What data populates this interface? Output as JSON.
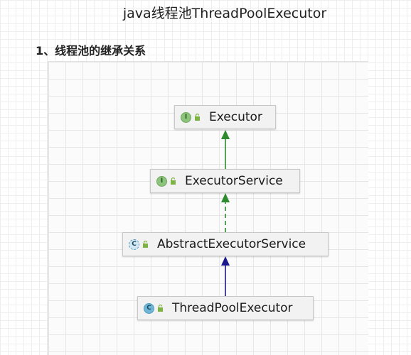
{
  "page_title": "java线程池ThreadPoolExecutor",
  "section_heading": "1、线程池的继承关系",
  "diagram": {
    "nodes": [
      {
        "id": "executor",
        "label": "Executor",
        "kind": "interface",
        "kind_letter": "I"
      },
      {
        "id": "executor-service",
        "label": "ExecutorService",
        "kind": "interface",
        "kind_letter": "I"
      },
      {
        "id": "abstract-executor-service",
        "label": "AbstractExecutorService",
        "kind": "abstract-class",
        "kind_letter": "C"
      },
      {
        "id": "thread-pool-executor",
        "label": "ThreadPoolExecutor",
        "kind": "class",
        "kind_letter": "C"
      }
    ],
    "edges": [
      {
        "from": "executor-service",
        "to": "executor",
        "type": "extends",
        "color": "#2e8b2e"
      },
      {
        "from": "abstract-executor-service",
        "to": "executor-service",
        "type": "implements",
        "color": "#2e8b2e"
      },
      {
        "from": "thread-pool-executor",
        "to": "abstract-executor-service",
        "type": "extends",
        "color": "#1a1a8c"
      }
    ]
  },
  "colors": {
    "interface_icon": "#8bc47a",
    "class_icon": "#6fb6d6",
    "lock_icon": "#7cb342",
    "node_fill": "#f2f2f2"
  }
}
